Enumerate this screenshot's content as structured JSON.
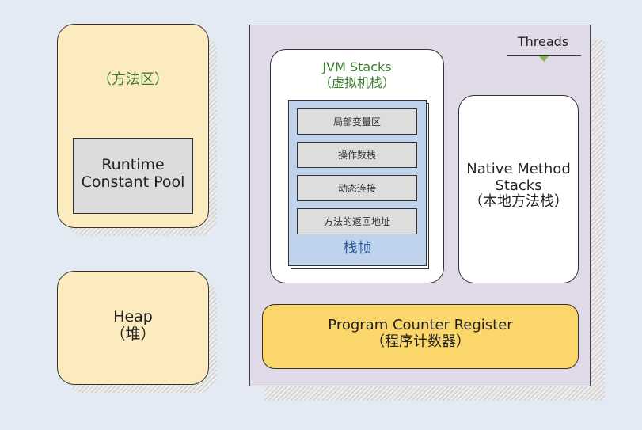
{
  "method_area": {
    "label": "（方法区）"
  },
  "runtime_constant_pool": {
    "line1": "Runtime",
    "line2": "Constant Pool"
  },
  "heap": {
    "line1": "Heap",
    "line2": "（堆）"
  },
  "threads": {
    "label": "Threads"
  },
  "jvm_stacks": {
    "line1": "JVM Stacks",
    "line2": "（虚拟机栈）"
  },
  "stack_frame": {
    "label": "栈帧",
    "slots": [
      "局部变量区",
      "操作数栈",
      "动态连接",
      "方法的返回地址"
    ]
  },
  "native_method_stacks": {
    "line1": "Native Method",
    "line2": "Stacks",
    "line3": "（本地方法栈）"
  },
  "program_counter_register": {
    "line1": "Program Counter Register",
    "line2": "（程序计数器）"
  },
  "colors": {
    "background": "#e3eaf4",
    "yellow_box": "#fcebbf",
    "threads_panel": "#e1dae8",
    "stack_frame": "#bfd4ec",
    "pcr": "#fad66b",
    "green_text": "#3a7d2a",
    "blue_text": "#2c5a9a",
    "dark_text": "#222222"
  }
}
